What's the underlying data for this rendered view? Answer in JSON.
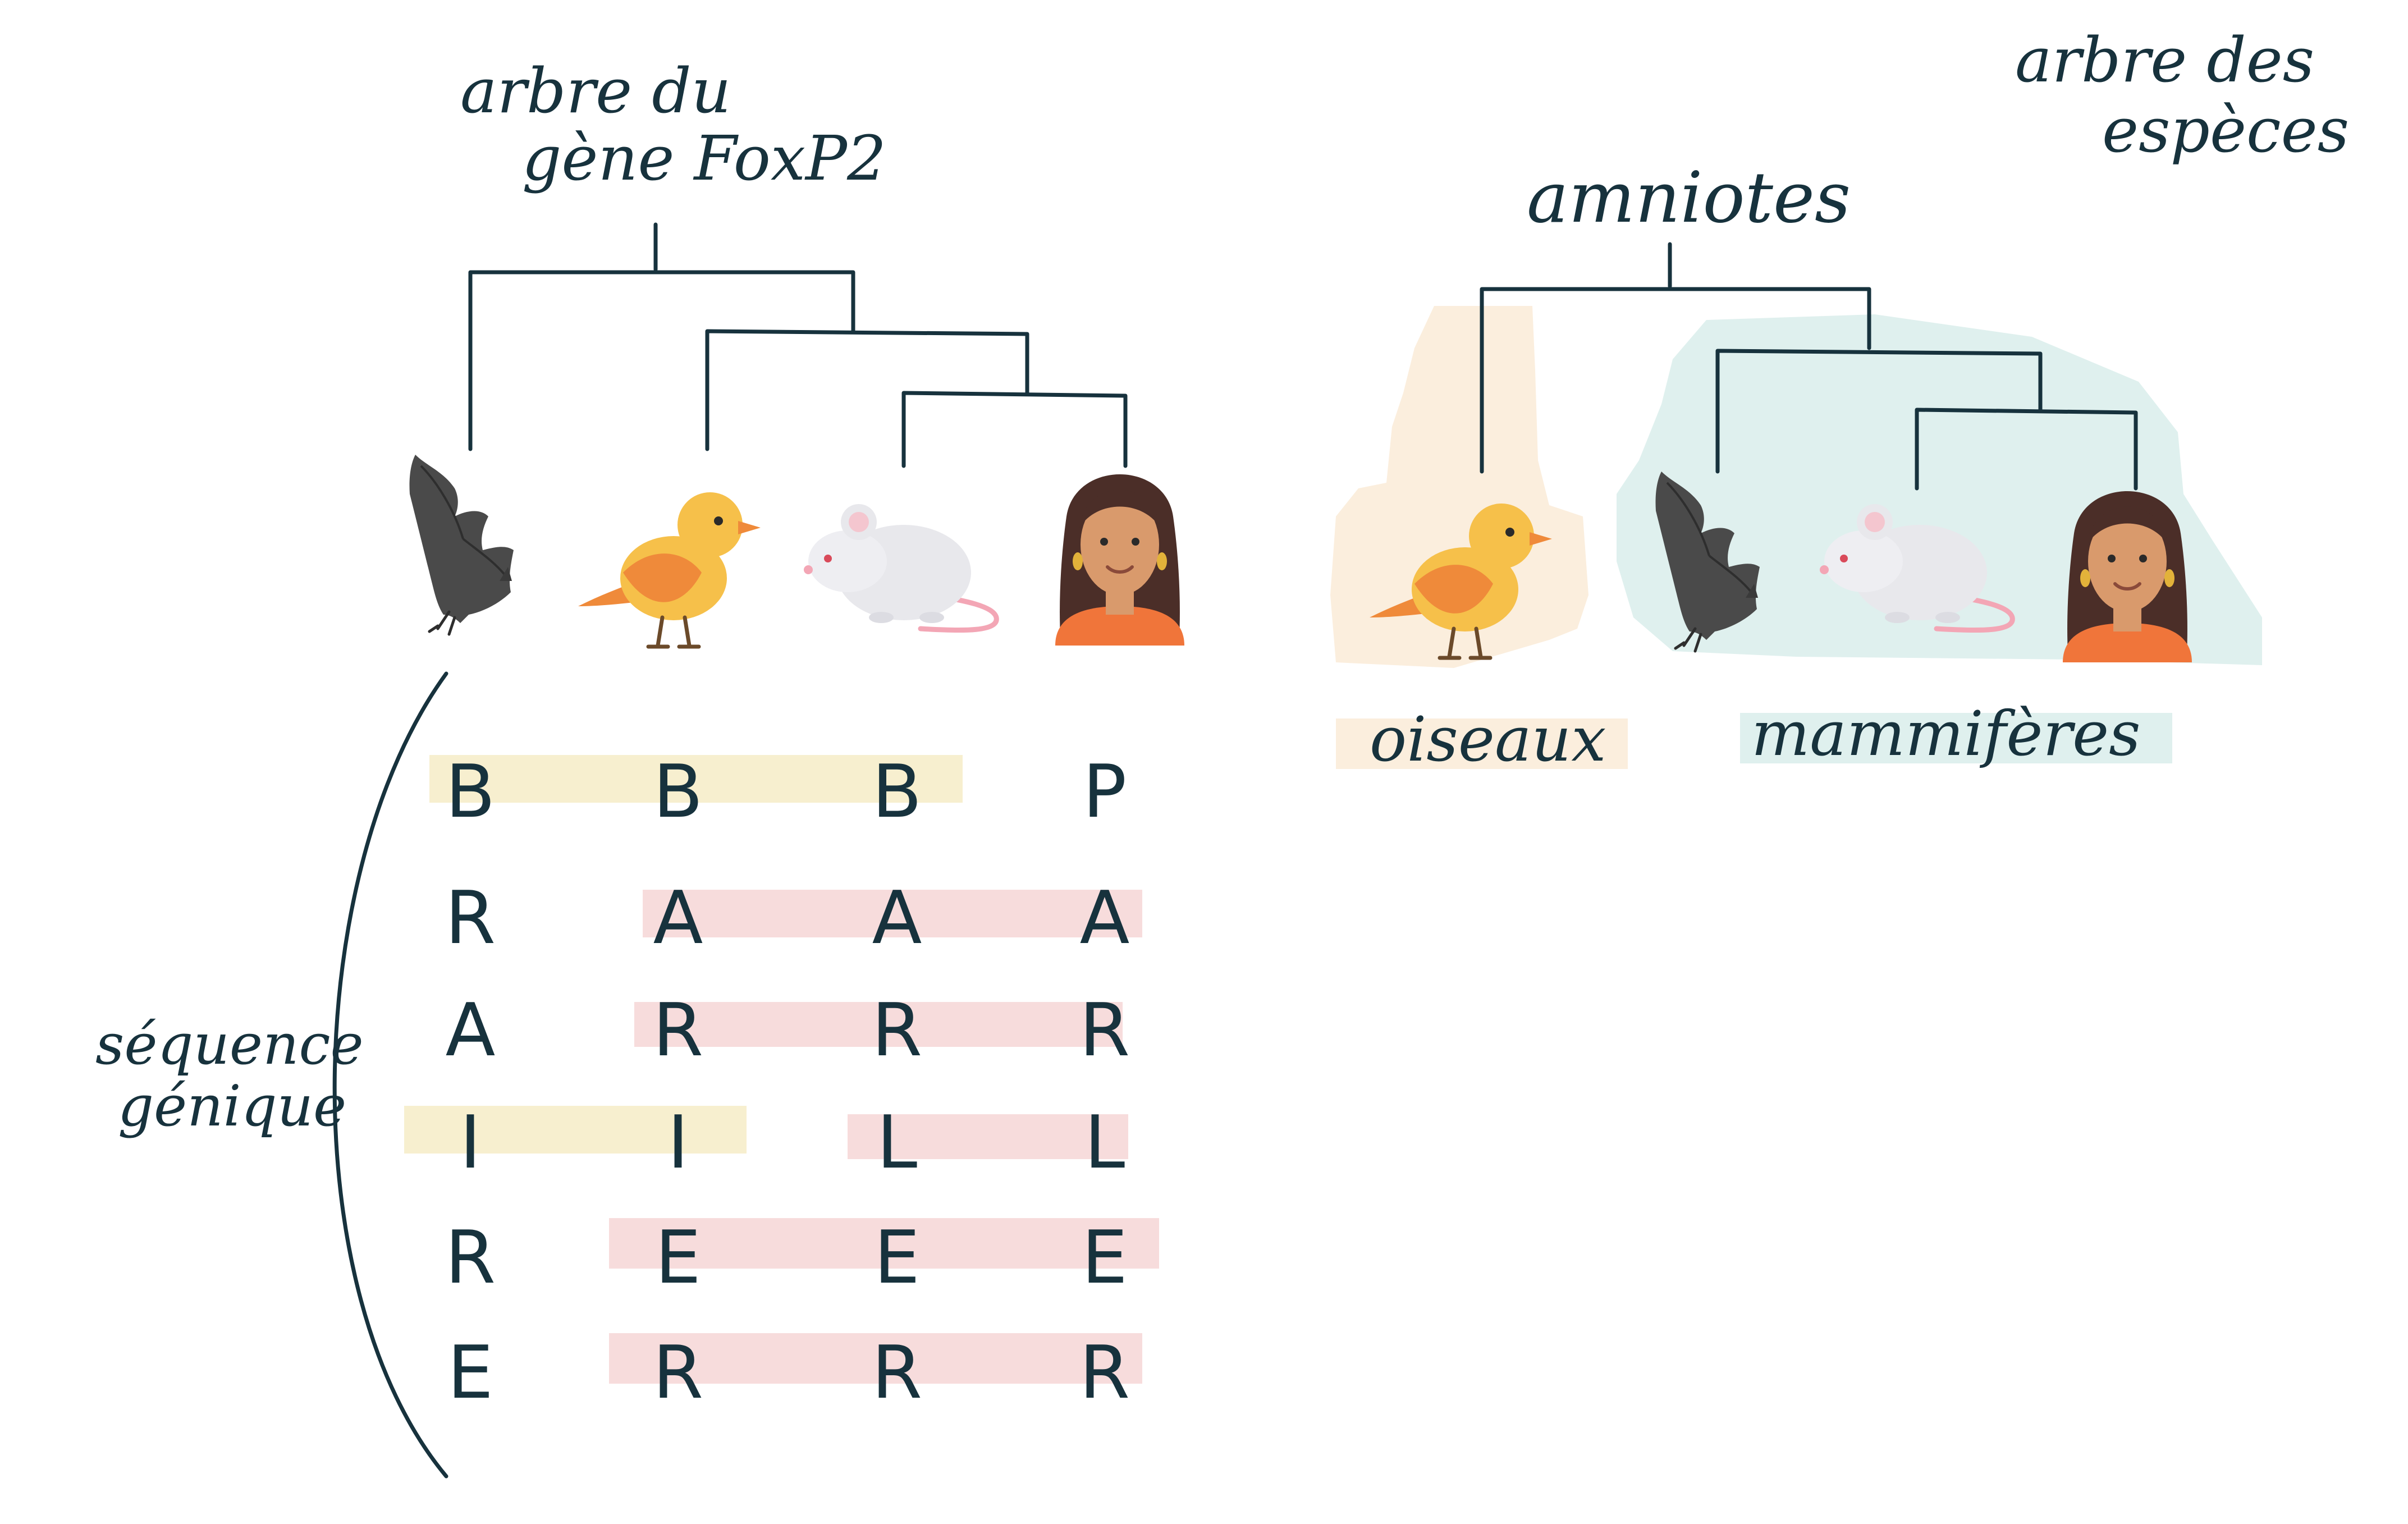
{
  "labels": {
    "gene_tree_line1": "arbre du",
    "gene_tree_line2": "gène FoxP2",
    "species_tree_line1": "arbre des",
    "species_tree_line2": "espèces",
    "amniotes": "amniotes",
    "birds": "oiseaux",
    "mammals": "mammifères",
    "sequence_line1": "séquence",
    "sequence_line2": "génique"
  },
  "gene_tree_leaves": [
    "bat-icon",
    "bird-icon",
    "mouse-icon",
    "human-icon"
  ],
  "species_tree_leaves": [
    "bird-icon",
    "bat-icon",
    "mouse-icon",
    "human-icon"
  ],
  "sequence": {
    "columns": [
      "bat",
      "bird",
      "mouse",
      "human"
    ],
    "rows": [
      [
        "B",
        "B",
        "B",
        "P"
      ],
      [
        "R",
        "A",
        "A",
        "A"
      ],
      [
        "A",
        "R",
        "R",
        "R"
      ],
      [
        "I",
        "I",
        "L",
        "L"
      ],
      [
        "R",
        "E",
        "E",
        "E"
      ],
      [
        "E",
        "R",
        "R",
        "R"
      ]
    ]
  },
  "colors": {
    "ink": "#17323d",
    "shared_yellow": "#f7efcf",
    "shared_pink": "#f7dcdc",
    "birds_clade": "#fbeedd",
    "mammals_clade": "#dff0ee",
    "bird_body": "#f6c04a",
    "bird_wing": "#ef8a3a",
    "bat": "#4a4a4a",
    "mouse": "#e8e8ec",
    "skin": "#d99a6c",
    "hair": "#4b2e28",
    "shirt": "#f0753a"
  }
}
